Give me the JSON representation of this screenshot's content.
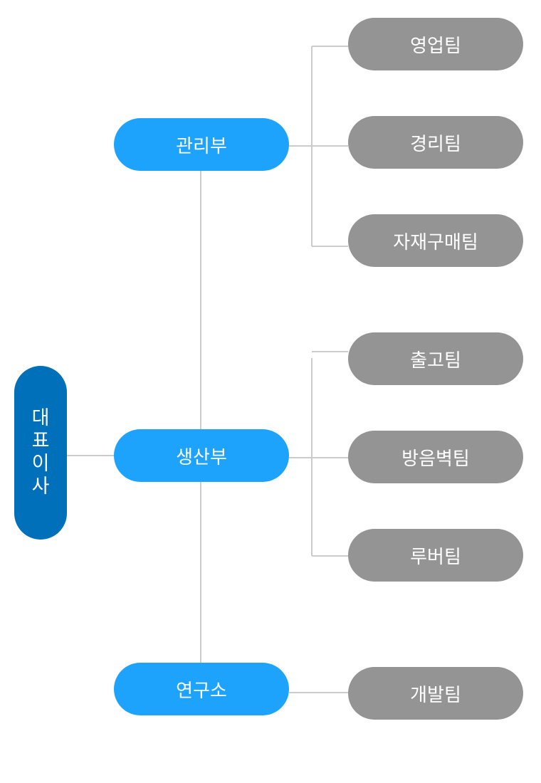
{
  "ceo": {
    "chars": [
      "대",
      "표",
      "이",
      "사"
    ]
  },
  "departments": [
    {
      "label": "관리부"
    },
    {
      "label": "생산부"
    },
    {
      "label": "연구소"
    }
  ],
  "teams": [
    {
      "label": "영업팀"
    },
    {
      "label": "경리팀"
    },
    {
      "label": "자재구매팀"
    },
    {
      "label": "출고팀"
    },
    {
      "label": "방음벽팀"
    },
    {
      "label": "루버팀"
    },
    {
      "label": "개발팀"
    }
  ],
  "colors": {
    "ceo": "#0070ba",
    "department": "#1da3fb",
    "team": "#949494",
    "connector": "#cccccc"
  }
}
